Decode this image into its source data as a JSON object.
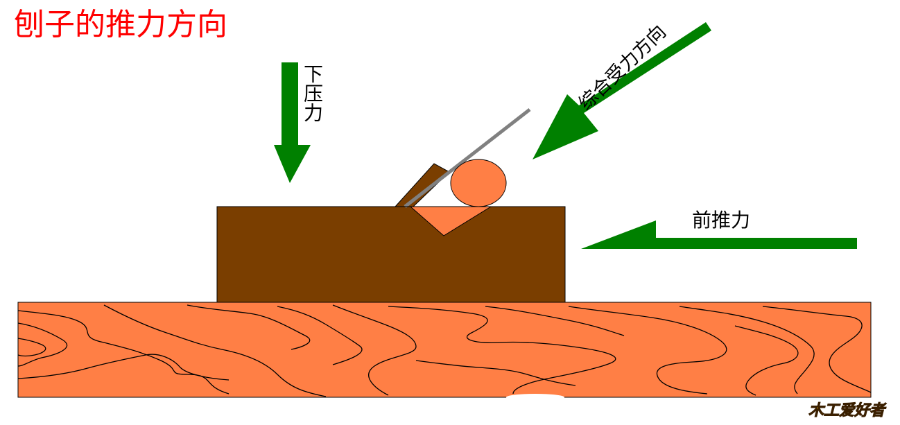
{
  "title": "刨子的推力方向",
  "labels": {
    "down_force": "下压力",
    "combined_force": "综合受力方向",
    "forward_push": "前推力"
  },
  "logo": {
    "part1": "木工",
    "part2": "爱好者"
  },
  "colors": {
    "title": "#ff0000",
    "arrow": "#008000",
    "plane_body": "#7a3e00",
    "wood": "#ff7f45",
    "blade": "#808080"
  }
}
